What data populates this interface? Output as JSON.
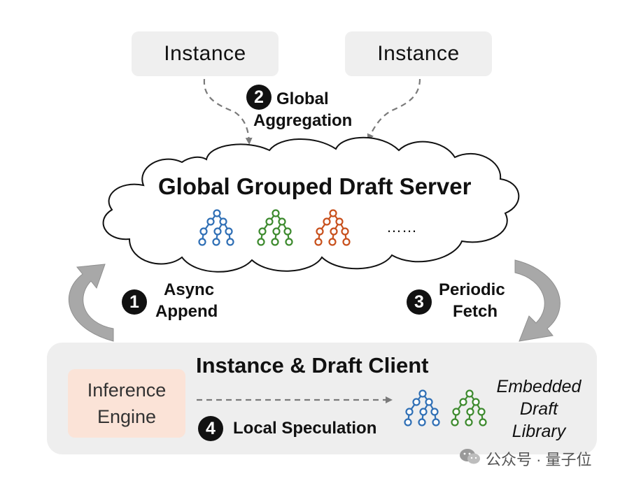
{
  "instances": [
    {
      "label": "Instance"
    },
    {
      "label": "Instance"
    }
  ],
  "steps": {
    "global_aggregation": {
      "number": "2",
      "line1": "Global",
      "line2": "Aggregation"
    },
    "async_append": {
      "number": "1",
      "line1": "Async",
      "line2": "Append"
    },
    "periodic_fetch": {
      "number": "3",
      "line1": "Periodic",
      "line2": "Fetch"
    },
    "local_speculation": {
      "number": "4",
      "label": "Local Speculation"
    }
  },
  "server": {
    "title": "Global Grouped Draft Server",
    "trees": [
      {
        "icon": "tree-icon",
        "color": "#2f6fb5"
      },
      {
        "icon": "tree-icon",
        "color": "#3d8a2e"
      },
      {
        "icon": "tree-icon",
        "color": "#c8501c"
      }
    ],
    "ellipsis": "……"
  },
  "client": {
    "title": "Instance & Draft Client",
    "engine": {
      "line1": "Inference",
      "line2": "Engine"
    },
    "library": {
      "line1": "Embedded",
      "line2": "Draft",
      "line3": "Library"
    },
    "trees": [
      {
        "icon": "tree-icon",
        "color": "#2f6fb5"
      },
      {
        "icon": "tree-icon",
        "color": "#3d8a2e"
      }
    ]
  },
  "watermark": {
    "text": "公众号 · 量子位",
    "icon": "wechat-icon"
  }
}
